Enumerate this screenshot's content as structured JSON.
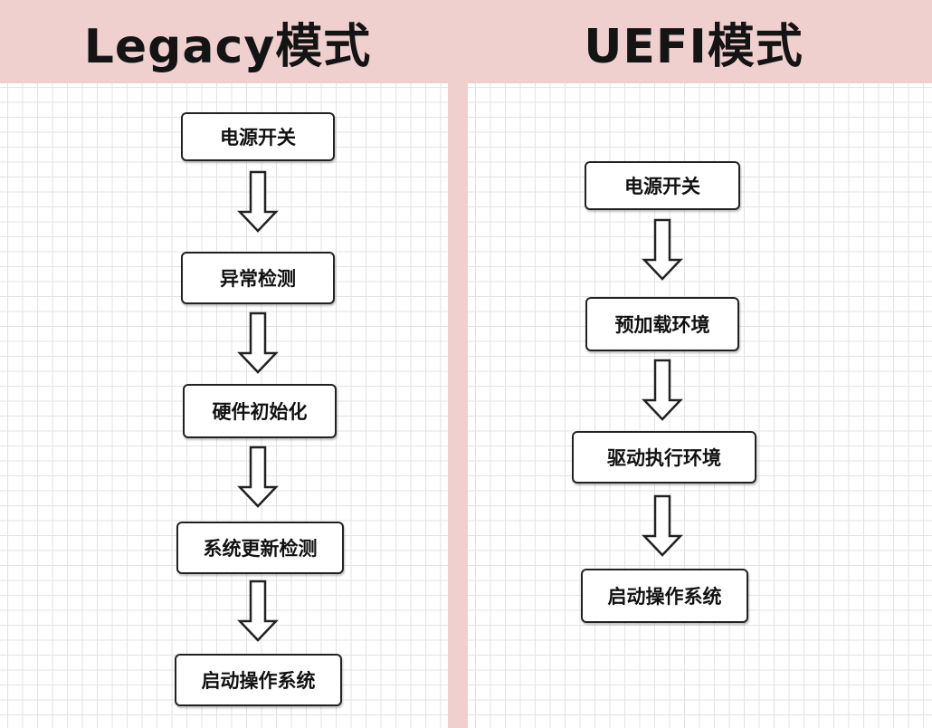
{
  "left": {
    "title": "Legacy模式",
    "steps": [
      "电源开关",
      "异常检测",
      "硬件初始化",
      "系统更新检测",
      "启动操作系统"
    ]
  },
  "right": {
    "title": "UEFI模式",
    "steps": [
      "电源开关",
      "预加载环境",
      "驱动执行环境",
      "启动操作系统"
    ]
  },
  "colors": {
    "header_background": "#f0cfcf",
    "box_border": "#222222",
    "grid_line": "#e3e3e3"
  }
}
